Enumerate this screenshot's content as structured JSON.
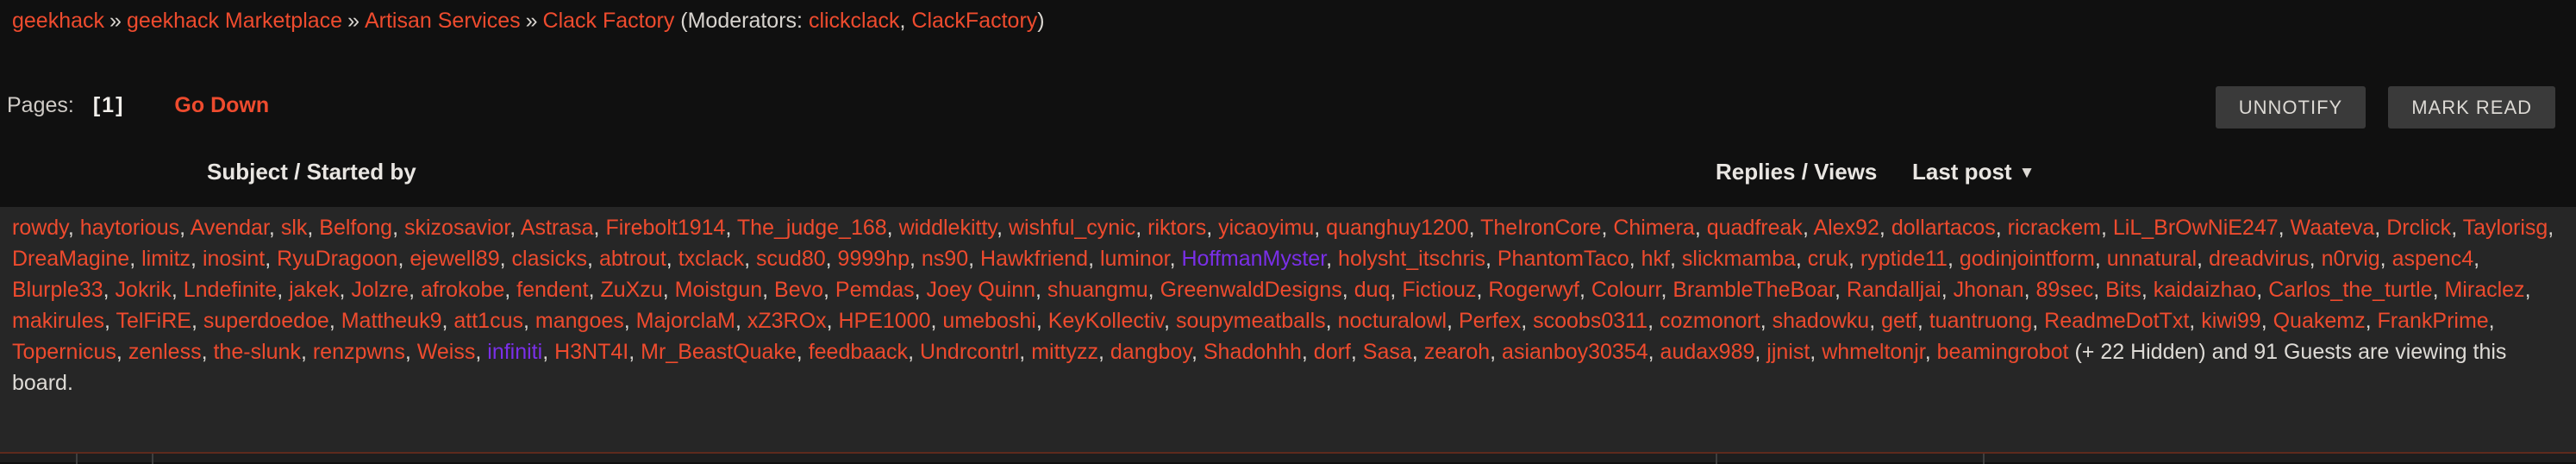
{
  "breadcrumb": {
    "separator": "»",
    "items": [
      "geekhack",
      "geekhack Marketplace",
      "Artisan Services",
      "Clack Factory"
    ],
    "moderators_prefix": "(Moderators: ",
    "moderators": [
      "clickclack",
      "ClackFactory"
    ],
    "moderators_suffix": ")"
  },
  "pagebar": {
    "pages_label": "Pages:",
    "current_page": "[1]",
    "go_down_label": "Go Down"
  },
  "actions": {
    "unnotify_label": "UNNOTIFY",
    "mark_read_label": "MARK READ"
  },
  "table_header": {
    "subject": "Subject / Started by",
    "replies": "Replies / Views",
    "last_post": "Last post",
    "sort_icon": "▼"
  },
  "viewers": {
    "users": [
      "rowdy",
      "haytorious",
      "Avendar",
      "slk",
      "Belfong",
      "skizosavior",
      "Astrasa",
      "Firebolt1914",
      "The_judge_168",
      "widdlekitty",
      "wishful_cynic",
      "riktors",
      "yicaoyimu",
      "quanghuy1200",
      "TheIronCore",
      "Chimera",
      "quadfreak",
      "Alex92",
      "dollartacos",
      "ricrackem",
      "LiL_BrOwNiE247",
      "Waateva",
      "Drclick",
      "Taylorisg",
      "DreaMagine",
      "limitz",
      "inosint",
      "RyuDragoon",
      "ejewell89",
      "clasicks",
      "abtrout",
      "txclack",
      "scud80",
      "9999hp",
      "ns90",
      "Hawkfriend",
      "luminor",
      "HoffmanMyster",
      "holysht_itschris",
      "PhantomTaco",
      "hkf",
      "slickmamba",
      "cruk",
      "ryptide11",
      "godinjointform",
      "unnatural",
      "dreadvirus",
      "n0rvig",
      "aspenc4",
      "Blurple33",
      "Jokrik",
      "Lndefinite",
      "jakek",
      "Jolzre",
      "afrokobe",
      "fendent",
      "ZuXzu",
      "Moistgun",
      "Bevo",
      "Pemdas",
      "Joey Quinn",
      "shuangmu",
      "GreenwaldDesigns",
      "duq",
      "Fictiouz",
      "Rogerwyf",
      "Colourr",
      "BrambleTheBoar",
      "Randalljai",
      "Jhonan",
      "89sec",
      "Bits",
      "kaidaizhao",
      "Carlos_the_turtle",
      "Miraclez",
      "makirules",
      "TelFiRE",
      "superdoedoe",
      "Mattheuk9",
      "att1cus",
      "mangoes",
      "MajorclaM",
      "xZ3ROx",
      "HPE1000",
      "umeboshi",
      "KeyKollectiv",
      "soupymeatballs",
      "nocturalowl",
      "Perfex",
      "scoobs0311",
      "cozmonort",
      "shadowku",
      "getf",
      "tuantruong",
      "ReadmeDotTxt",
      "kiwi99",
      "Quakemz",
      "FrankPrime",
      "Topernicus",
      "zenless",
      "the-slunk",
      "renzpwns",
      "Weiss",
      "infiniti",
      "H3NT4I",
      "Mr_BeastQuake",
      "feedbaack",
      "Undrcontrl",
      "mittyzz",
      "dangboy",
      "Shadohhh",
      "dorf",
      "Sasa",
      "zearoh",
      "asianboy30354",
      "audax989",
      "jjnist",
      "whmeltonjr",
      "beamingrobot"
    ],
    "highlighted_users": [
      "HoffmanMyster",
      "infiniti"
    ],
    "suffix": "(+ 22 Hidden) and 91 Guests are viewing this board."
  },
  "colors": {
    "link": "#ee4b2e",
    "highlight": "#7a2fe8",
    "page_background": "#101010",
    "panel_background": "#262626",
    "button_background": "#3a3a3a",
    "text": "#e5e2de"
  }
}
